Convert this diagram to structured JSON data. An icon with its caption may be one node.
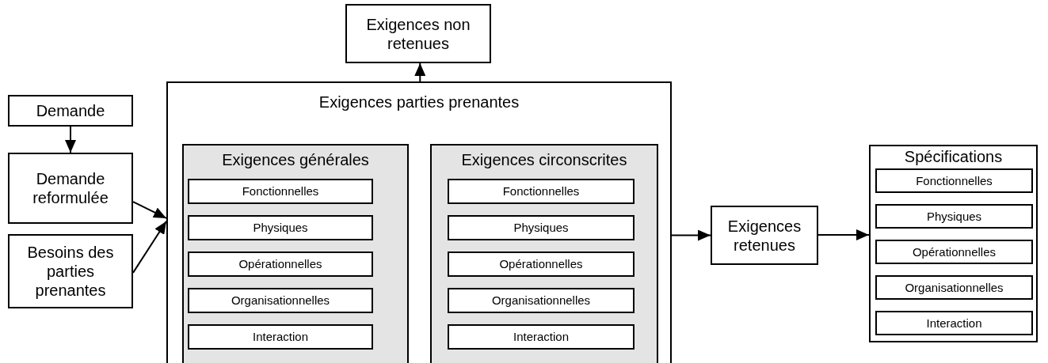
{
  "diagram": {
    "nodes": [
      {
        "text": [
          "Demande"
        ]
      },
      {
        "text": [
          "Demande reformulée"
        ]
      },
      {
        "text": [
          "Besoins des parties prenantes"
        ]
      },
      {
        "text": [
          "Exigences non retenues"
        ]
      },
      {
        "text": [
          "Exigences parties prenantes"
        ]
      },
      {
        "text": [
          "Exigences générales"
        ],
        "in": 4
      },
      {
        "text": [
          "Fonctionnelles"
        ],
        "in": 5
      },
      {
        "text": [
          "Physiques"
        ],
        "in": 5
      },
      {
        "text": [
          "Opérationnelles"
        ],
        "in": 5
      },
      {
        "text": [
          "Organisationnelles"
        ],
        "in": 5
      },
      {
        "text": [
          "Interaction"
        ],
        "in": 5
      },
      {
        "text": [
          "Exigences circonscrites"
        ],
        "in": 4
      },
      {
        "text": [
          "Fonctionnelles"
        ],
        "in": 11
      },
      {
        "text": [
          "Physiques"
        ],
        "in": 11
      },
      {
        "text": [
          "Opérationnelles"
        ],
        "in": 11
      },
      {
        "text": [
          "Organisationnelles"
        ],
        "in": 11
      },
      {
        "text": [
          "Interaction"
        ],
        "in": 11
      },
      {
        "text": [
          "Exigences retenues"
        ]
      },
      {
        "text": [
          "Spécifications"
        ]
      },
      {
        "text": [
          "Fonctionnelles"
        ],
        "in": 18
      },
      {
        "text": [
          "Physiques"
        ],
        "in": 18
      },
      {
        "text": [
          "Opérationnelles"
        ],
        "in": 18
      },
      {
        "text": [
          "Organisationnelles"
        ],
        "in": 18
      },
      {
        "text": [
          "Interaction"
        ],
        "in": 18
      }
    ],
    "edges": [
      {
        "from": 0,
        "to": 1,
        "arrow": "to"
      },
      {
        "from": 1,
        "to": 4,
        "arrow": "to"
      },
      {
        "from": 2,
        "to": 4,
        "arrow": "to"
      },
      {
        "from": 4,
        "to": 3,
        "arrow": "to"
      },
      {
        "from": 4,
        "to": 17,
        "arrow": "to"
      },
      {
        "from": 17,
        "to": 18,
        "arrow": "to"
      }
    ]
  }
}
